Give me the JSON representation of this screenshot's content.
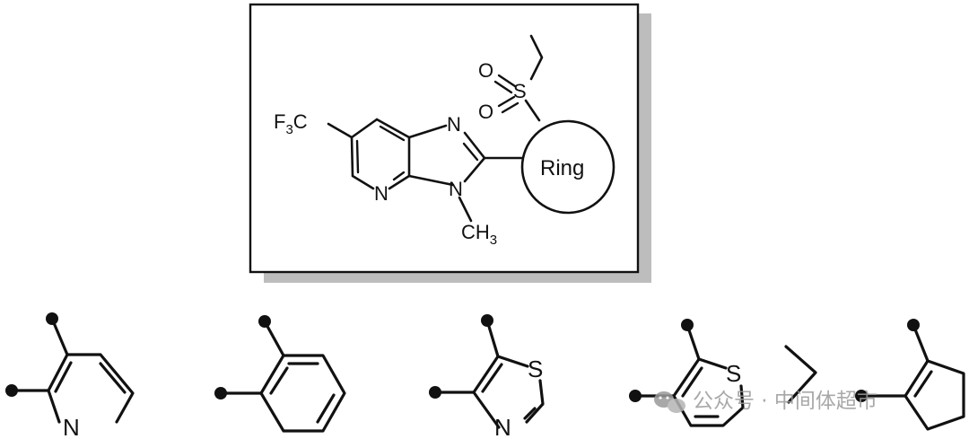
{
  "scaffold": {
    "cf3_label": "F",
    "cf3_sub": "3",
    "cf3_tail": "C",
    "n_pyridine": "N",
    "n_imidazole_top": "N",
    "n_imidazole_bottom": "N",
    "ch3_label": "CH",
    "ch3_sub": "3",
    "s_label": "S",
    "o_upper": "O",
    "o_lower": "O",
    "ring_label": "Ring"
  },
  "fragments": [
    {
      "name": "pyridine",
      "heteroatoms": [
        "N"
      ]
    },
    {
      "name": "benzene",
      "heteroatoms": []
    },
    {
      "name": "thiazole",
      "heteroatoms": [
        "S",
        "N"
      ]
    },
    {
      "name": "thiophene",
      "heteroatoms": [
        "S"
      ]
    },
    {
      "name": "cyclopentene",
      "heteroatoms": []
    }
  ],
  "watermark": {
    "text": "公众号 · 中间体超市"
  },
  "colors": {
    "ink": "#111111",
    "shadow": "#bdbdbd",
    "watermark": "#9a9a9a"
  }
}
